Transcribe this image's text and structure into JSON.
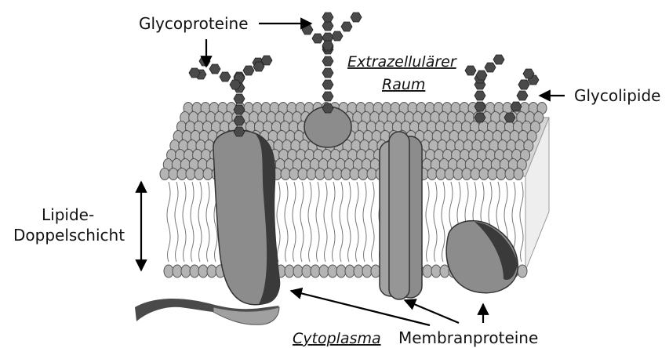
{
  "labels": {
    "glycoproteine": "Glycoproteine",
    "extrazellular_line1": "Extrazellulärer",
    "extrazellular_line2": "Raum",
    "glycolipide": "Glycolipide",
    "lipide_line1": "Lipide-",
    "lipide_line2": "Doppelschicht",
    "cytoplasma": "Cytoplasma",
    "membranproteine": "Membranproteine"
  },
  "colors": {
    "head_fill": "#b4b4b4",
    "head_stroke": "#555555",
    "protein_fill": "#8c8c8c",
    "protein_dark": "#3a3a3a",
    "sugar_fill": "#4a4a4a",
    "tail_stroke": "#777777",
    "arrow": "#000000"
  }
}
